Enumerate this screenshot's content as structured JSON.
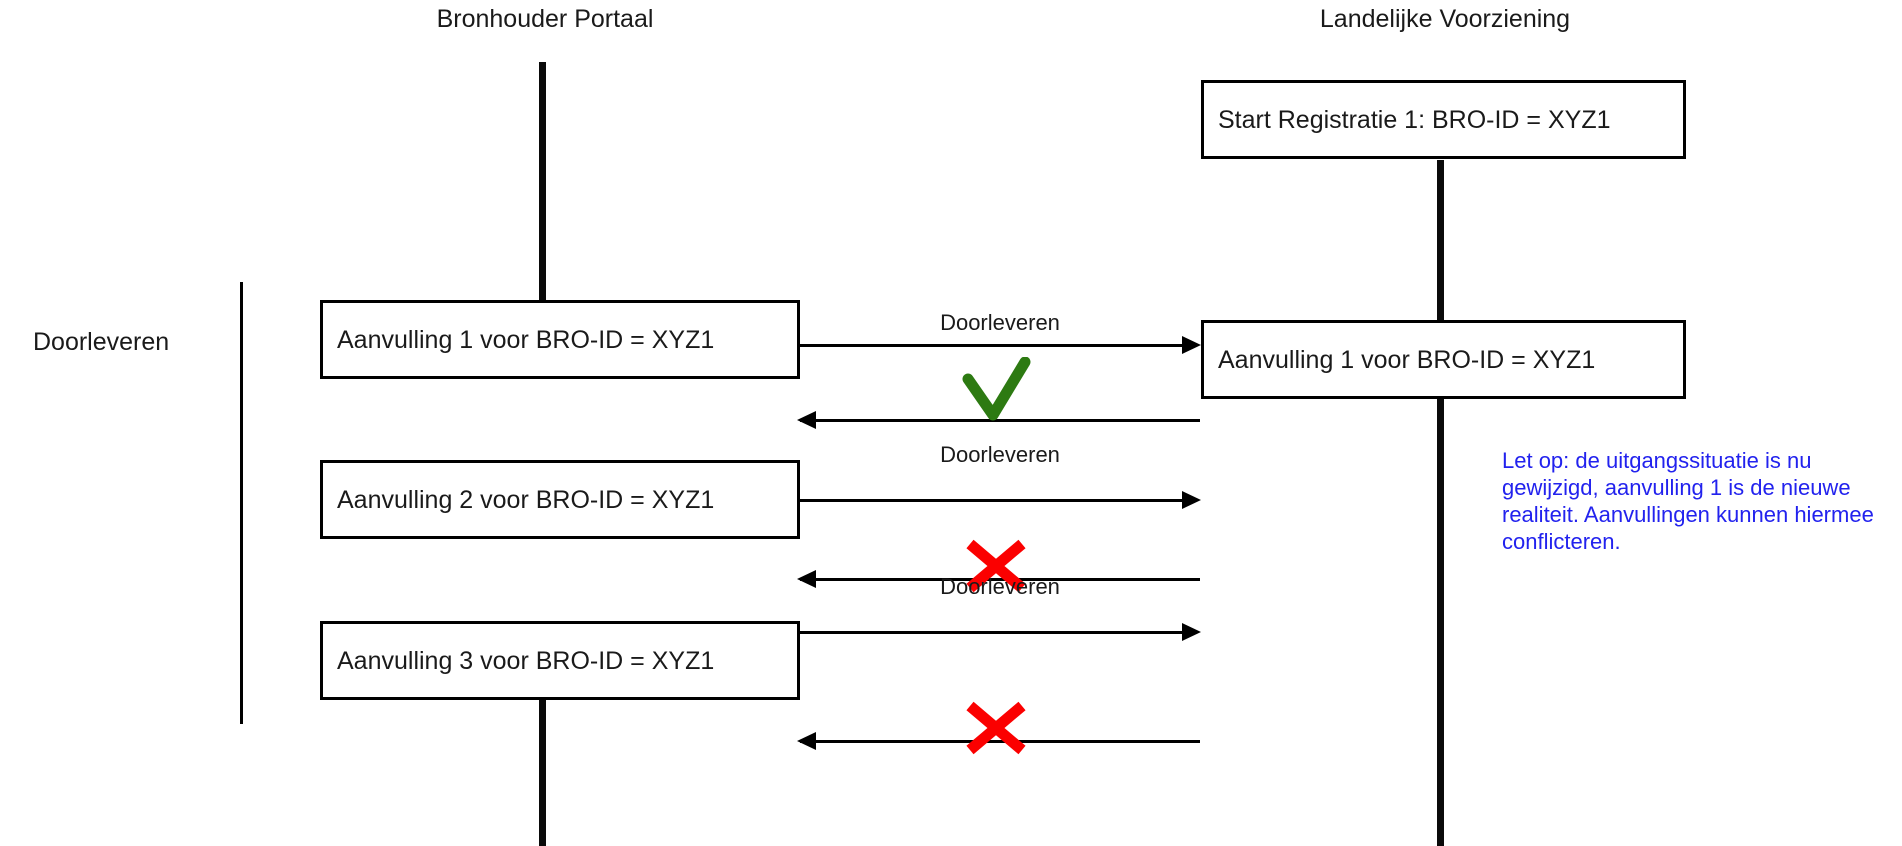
{
  "diagram": {
    "type": "sequence-diagram",
    "title_left": "Bronhouder Portaal",
    "title_right": "Landelijke Voorziening",
    "group_label": "Doorleveren",
    "colors": {
      "line": "#000000",
      "text": "#1a1a1a",
      "success": "#2d7a12",
      "failure": "#fb0000",
      "note": "#2222ee"
    }
  },
  "lanes": [
    {
      "id": "bronhouder-portaal",
      "label": "Bronhouder Portaal"
    },
    {
      "id": "landelijke-voorziening",
      "label": "Landelijke Voorziening"
    }
  ],
  "boxes": {
    "start_registratie": "Start Registratie 1: BRO-ID = XYZ1",
    "aanvulling_1_left": "Aanvulling 1 voor BRO-ID = XYZ1",
    "aanvulling_1_right": "Aanvulling 1 voor BRO-ID = XYZ1",
    "aanvulling_2_left": "Aanvulling 2 voor BRO-ID = XYZ1",
    "aanvulling_3_left": "Aanvulling 3 voor BRO-ID = XYZ1"
  },
  "messages": [
    {
      "id": "msg-1-request",
      "label": "Doorleveren",
      "direction": "right",
      "result": "success"
    },
    {
      "id": "msg-1-response",
      "label": "",
      "direction": "left",
      "result": "success"
    },
    {
      "id": "msg-2-request",
      "label": "Doorleveren",
      "direction": "right",
      "result": "failure"
    },
    {
      "id": "msg-2-response",
      "label": "",
      "direction": "left",
      "result": "failure"
    },
    {
      "id": "msg-3-request",
      "label": "Doorleveren",
      "direction": "right",
      "result": "failure"
    },
    {
      "id": "msg-3-response",
      "label": "",
      "direction": "left",
      "result": "failure"
    }
  ],
  "marks": {
    "check_1": "check-mark",
    "cross_2": "cross-mark",
    "cross_3": "cross-mark"
  },
  "note": {
    "text": "Let op: de uitgangssituatie is nu gewijzigd, aanvulling 1 is de nieuwe realiteit. Aanvullingen kunnen hiermee conflicteren."
  }
}
